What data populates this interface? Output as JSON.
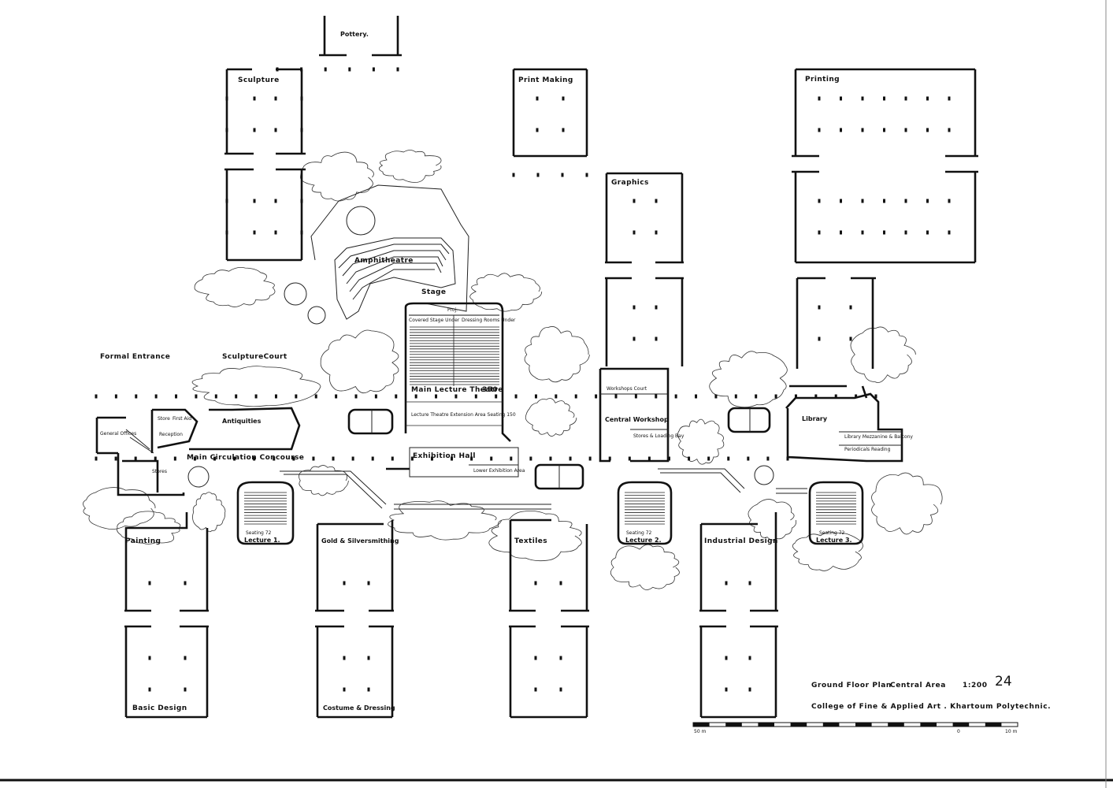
{
  "labels": {
    "pottery": "Pottery.",
    "sculpture": "Sculpture",
    "print_making": "Print Making",
    "printing": "Printing",
    "graphics": "Graphics",
    "amphitheatre": "Amphitheatre",
    "stage": "Stage",
    "formal_entrance": "Formal Entrance",
    "sculpture_court": "SculptureCourt",
    "antiquities": "Antiquities",
    "general_offices": "General Offices",
    "store": "Store",
    "first_aid": "First Aid",
    "reception": "Reception",
    "stores": "Stores",
    "main_circulation": "Main Circulation Concourse",
    "main_lecture_theatre": "Main Lecture Theatre",
    "main_lecture_seats": "350",
    "theatre_extension": "Lecture Theatre Extension Area Seating 150",
    "exhibition_hall": "Exhibition Hall",
    "lower_exhibition": "Lower Exhibition Area",
    "workshops_court": "Workshops Court",
    "central_workshop": "Central Workshop",
    "stores_loading": "Stores & Loading Bay",
    "library": "Library",
    "library_mezzanine": "Library Mezzanine & Balcony",
    "periodicals": "Periodicals Reading",
    "painting": "Painting",
    "lecture1": "Lecture 1.",
    "lecture1_seats": "Seating 72",
    "lecture2": "Lecture 2.",
    "lecture2_seats": "Seating 72",
    "lecture3": "Lecture 3.",
    "lecture3_seats": "Seating 72",
    "gold_silver": "Gold & Silversmithing",
    "textiles": "Textiles",
    "industrial_design": "Industrial Design",
    "basic_design": "Basic Design",
    "costume": "Costume & Dressing",
    "projection": "Proj.",
    "covered_stage": "Covered Stage Under",
    "dressing_rooms": "Dressing Rooms Under"
  },
  "title_block": {
    "line1": "Ground Floor Plan",
    "area": "Central Area",
    "scale": "1:200",
    "page_number": "24",
    "line2": "College of Fine & Applied Art . Khartoum Polytechnic.",
    "scale_left": "50 m",
    "scale_zero": "0",
    "scale_right": "10 m"
  }
}
